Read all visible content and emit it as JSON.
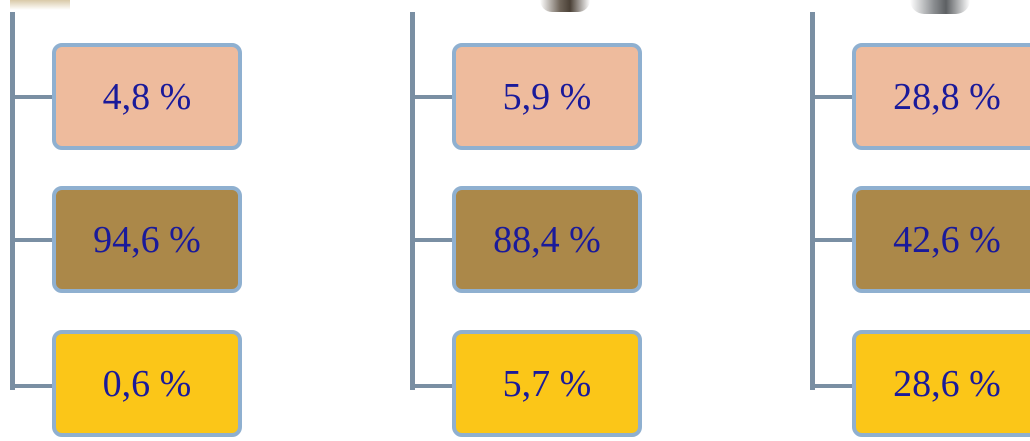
{
  "columns": [
    {
      "top": "4,8 %",
      "middle": "94,6 %",
      "bottom": "0,6 %"
    },
    {
      "top": "5,9 %",
      "middle": "88,4 %",
      "bottom": "5,7 %"
    },
    {
      "top": "28,8 %",
      "middle": "42,6 %",
      "bottom": "28,6 %"
    }
  ],
  "colors": {
    "connector": "#7a8fa3",
    "box_border": "#8fb0d0",
    "top_fill": "#eebb9d",
    "middle_fill": "#ab8849",
    "bottom_fill": "#fbc618",
    "text": "#1a1a9a"
  }
}
